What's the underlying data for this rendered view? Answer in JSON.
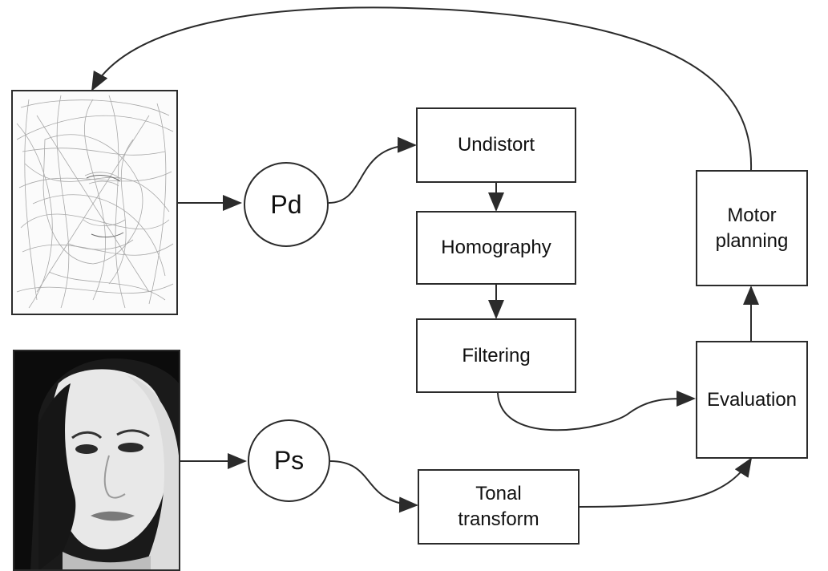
{
  "nodes": {
    "pd": "Pd",
    "ps": "Ps",
    "undistort": "Undistort",
    "homography": "Homography",
    "filtering": "Filtering",
    "evaluation": "Evaluation",
    "motor_planning": [
      "Motor",
      "planning"
    ],
    "tonal_transform": [
      "Tonal",
      "transform"
    ]
  },
  "images": {
    "drawing": "sketch-drawing-image",
    "portrait": "portrait-photo-image"
  },
  "colors": {
    "stroke": "#2b2b2b",
    "background": "#ffffff"
  }
}
